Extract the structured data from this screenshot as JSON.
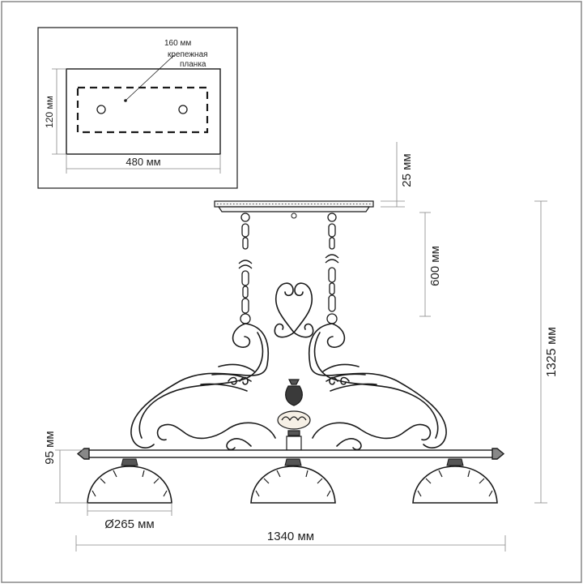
{
  "mount_plate": {
    "bar_length": "160 мм",
    "bar_label_line1": "крепежная",
    "bar_label_line2": "планка",
    "height": "120 мм",
    "width": "480 мм"
  },
  "dimensions": {
    "canopy_height": "25 мм",
    "chain_length": "600 мм",
    "total_height": "1325 мм",
    "shade_height": "95 мм",
    "shade_diameter": "Ø265 мм",
    "total_length": "1340 мм"
  },
  "colors": {
    "line": "#1a1a1a",
    "dim_line": "#888888",
    "text": "#222222"
  }
}
